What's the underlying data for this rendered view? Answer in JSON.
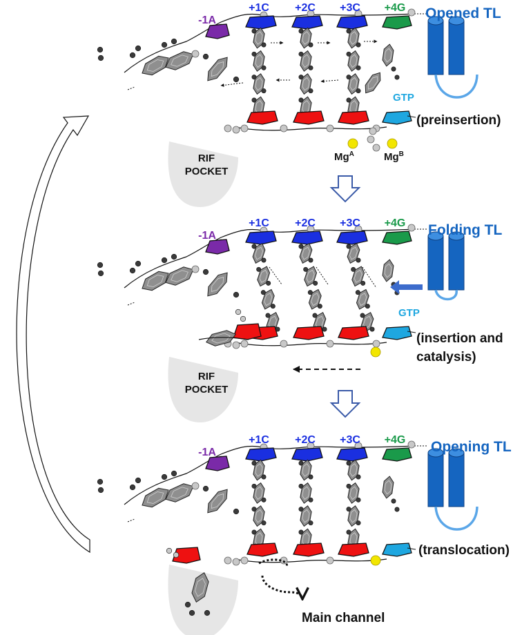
{
  "colors": {
    "template_base": "#1a2fe0",
    "incoming_base": "#1a9a4a",
    "minus1_base": "#7a2aa8",
    "primer_base": "#ee1111",
    "gtp_base": "#1ea7e0",
    "tl_helix": "#1565c0",
    "tl_loop": "#5aa6e8",
    "gtp_text": "#1ea7e0",
    "mg_ion": "#f2e600",
    "pocket": "#e6e6e6",
    "ring": "#8f8f8f",
    "atom": "#3a3a3a",
    "phosphate": "#c8c8c8"
  },
  "base_labels": {
    "minus1": "-1A",
    "p1": "+1C",
    "p2": "+2C",
    "p3": "+3C",
    "p4": "+4G"
  },
  "stages": [
    {
      "tl_title": "Opened TL",
      "gtp": "GTP",
      "caption_lines": [
        "(preinsertion)"
      ],
      "mg_a": "Mg",
      "mg_a_sup": "A",
      "mg_b": "Mg",
      "mg_b_sup": "B",
      "pocket_lines": [
        "RIF",
        "POCKET"
      ]
    },
    {
      "tl_title": "Folding TL",
      "gtp": "GTP",
      "caption_lines": [
        "(insertion and",
        "catalysis)"
      ],
      "pocket_lines": [
        "RIF",
        "POCKET"
      ]
    },
    {
      "tl_title": "Opening TL",
      "caption_lines": [
        "(translocation)"
      ],
      "main_channel": "Main channel"
    }
  ],
  "icons": [
    "cycle-arrow-icon",
    "down-arrow-icon",
    "tl-helix-icon",
    "mg-ion-icon",
    "rif-pocket-icon",
    "translocation-arrow-icon",
    "incoming-arrow-icon"
  ]
}
